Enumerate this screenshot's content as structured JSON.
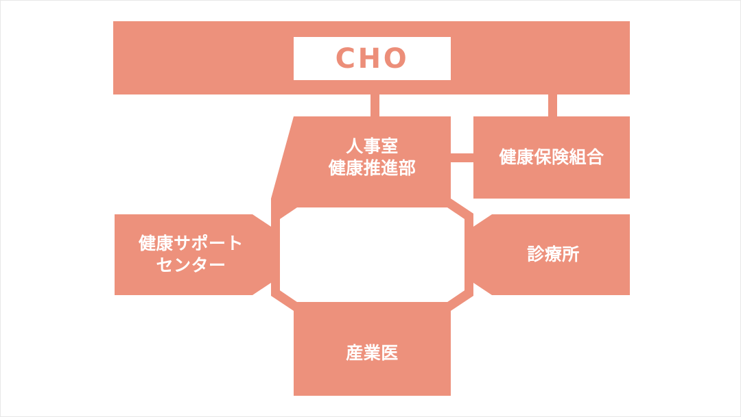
{
  "diagram": {
    "title": "CHO health management organization chart",
    "colors": {
      "accent": "#ed917c",
      "accent_text": "#ec8e79",
      "node_text": "#ffffff",
      "background": "#ffffff",
      "page_border": "#e8e8e8"
    },
    "nodes": {
      "cho": {
        "label": "CHO",
        "role": "top-banner-node"
      },
      "hr_health": {
        "label": "人事室\n健康推進部",
        "role": "department-node"
      },
      "insurance": {
        "label": "健康保険組合",
        "role": "department-node"
      },
      "support_center": {
        "label": "健康サポート\nセンター",
        "role": "department-node"
      },
      "clinic": {
        "label": "診療所",
        "role": "department-node"
      },
      "occupational_doctor": {
        "label": "産業医",
        "role": "department-node"
      }
    },
    "connectors": [
      {
        "name": "cho-to-hr-health",
        "from": "cho",
        "to": "hr_health",
        "orientation": "vertical"
      },
      {
        "name": "cho-to-insurance",
        "from": "cho",
        "to": "insurance",
        "orientation": "vertical"
      },
      {
        "name": "hr-health-to-insurance",
        "from": "hr_health",
        "to": "insurance",
        "orientation": "horizontal"
      },
      {
        "name": "octagon-ring",
        "from": "hr_health",
        "to": "support_center, clinic, occupational_doctor",
        "orientation": "octagonal-ring"
      }
    ]
  }
}
